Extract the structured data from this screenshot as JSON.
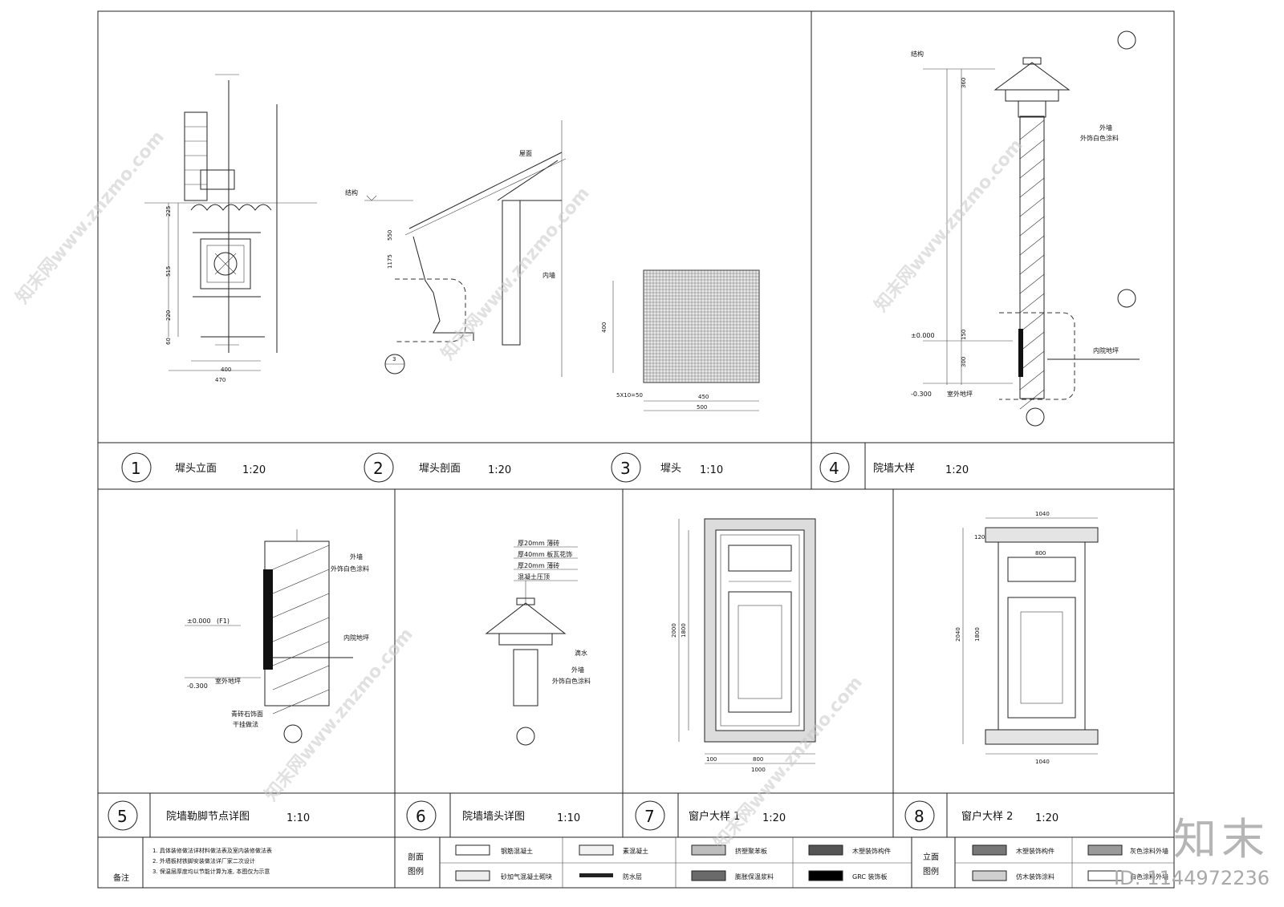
{
  "panels": [
    {
      "num": "1",
      "title": "墀头立面",
      "scale": "1:20"
    },
    {
      "num": "2",
      "title": "墀头剖面",
      "scale": "1:20"
    },
    {
      "num": "3",
      "title": "墀头",
      "scale": "1:10"
    },
    {
      "num": "4",
      "title": "院墙大样",
      "scale": "1:20"
    },
    {
      "num": "5",
      "title": "院墙勒脚节点详图",
      "scale": "1:10"
    },
    {
      "num": "6",
      "title": "院墙墙头详图",
      "scale": "1:10"
    },
    {
      "num": "7",
      "title": "窗户大样 1",
      "scale": "1:20"
    },
    {
      "num": "8",
      "title": "窗户大样 2",
      "scale": "1:20"
    }
  ],
  "labels": {
    "roof": "屋面",
    "structure": "结构",
    "inner_wall": "内墙",
    "gutter": "滴水",
    "outer_wall": "外墙",
    "outer_paint": "外饰白色涂料",
    "courtyard_ground": "内院地坪",
    "outdoor_ground": "室外地坪",
    "level_zero": "±0.000",
    "level_minus": "-0.300",
    "f1": "(F1)",
    "stone_face": "青砖石饰面",
    "dry_hang": "干挂做法",
    "grid_note": "5X10=50",
    "brick_layer1": "厚20mm  薄砖",
    "brick_layer2": "厚40mm  板瓦花饰",
    "brick_layer3": "厚20mm  薄砖",
    "brick_layer4": "混凝土压顶"
  },
  "dims": {
    "p1_470": "470",
    "p1_400": "400",
    "p1_225": "225",
    "p1_60": "60",
    "p1_515": "515",
    "p1_220": "220",
    "p3_450": "450",
    "p3_500": "500",
    "p3_400": "400",
    "p2_1175": "1175",
    "p2_550": "550",
    "p4_360": "360",
    "p4_150": "150",
    "p4_300": "300",
    "p7_1000": "1000",
    "p7_800": "800",
    "p7_100": "100",
    "p7_2000": "2000",
    "p7_1800": "1800",
    "p8_1040": "1040",
    "p8_800": "800",
    "p8_120": "120",
    "p8_2040": "2040",
    "p8_1800": "1800"
  },
  "notes": {
    "heading": "备注",
    "items": [
      "1. 具体装修做法详材料做法表及室内装修做法表",
      "2. 外墙板材铁脚安装做法详厂家二次设计",
      "3. 保温层厚度均以节能计算为准, 本图仅为示意"
    ]
  },
  "legend_section": {
    "heading": [
      "剖面",
      "图例"
    ],
    "items": [
      "钢筋混凝土",
      "素混凝土",
      "挤塑聚苯板",
      "木塑装饰构件",
      "砂加气混凝土砌块",
      "防水层",
      "膨胀保温浆料",
      "GRC 装饰板"
    ]
  },
  "legend_elevation": {
    "heading": [
      "立面",
      "图例"
    ],
    "items": [
      "木塑装饰构件",
      "灰色涂料外墙",
      "仿木装饰涂料",
      "白色涂料外墙"
    ]
  },
  "brand": {
    "logo": "知末",
    "id_text": "ID: 1144972236",
    "watermark": "知末网www.znzmo.com"
  }
}
